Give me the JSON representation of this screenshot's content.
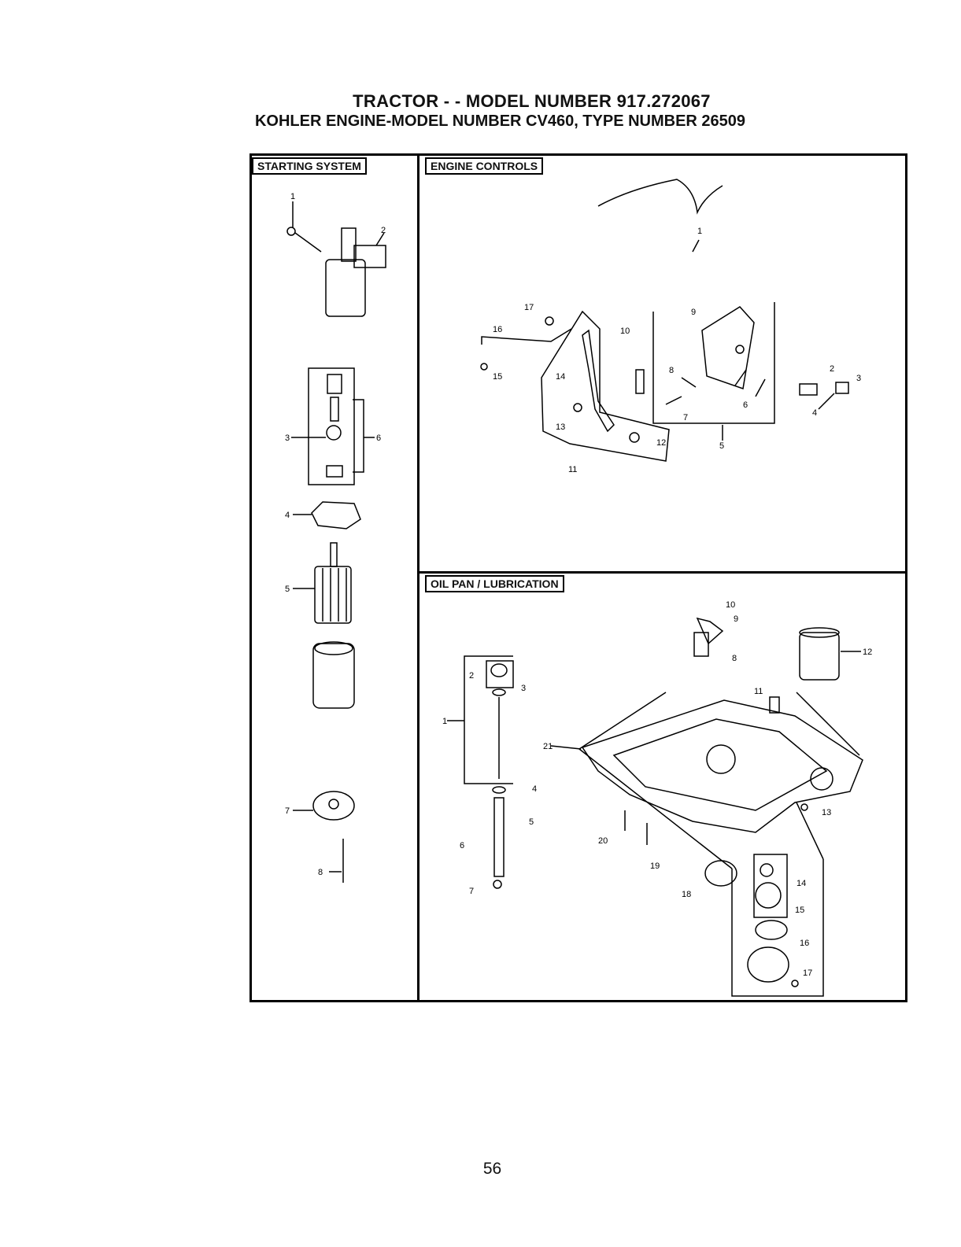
{
  "header": {
    "line1": "TRACTOR - - MODEL NUMBER 917.272067",
    "line2": "KOHLER ENGINE-MODEL NUMBER CV460, TYPE NUMBER 26509"
  },
  "sections": {
    "starting_system": {
      "title": "STARTING SYSTEM",
      "callouts": [
        "1",
        "2",
        "3",
        "6",
        "4",
        "5",
        "7",
        "8"
      ]
    },
    "engine_controls": {
      "title": "ENGINE CONTROLS",
      "callouts": [
        "1",
        "17",
        "16",
        "15",
        "14",
        "13",
        "11",
        "10",
        "12",
        "9",
        "8",
        "7",
        "6",
        "5",
        "2",
        "3",
        "4"
      ]
    },
    "oil_pan": {
      "title": "OIL PAN / LUBRICATION",
      "callouts": [
        "10",
        "9",
        "8",
        "12",
        "11",
        "2",
        "3",
        "1",
        "21",
        "4",
        "5",
        "6",
        "7",
        "20",
        "19",
        "18",
        "13",
        "14",
        "15",
        "16",
        "17"
      ]
    }
  },
  "page_number": "56"
}
